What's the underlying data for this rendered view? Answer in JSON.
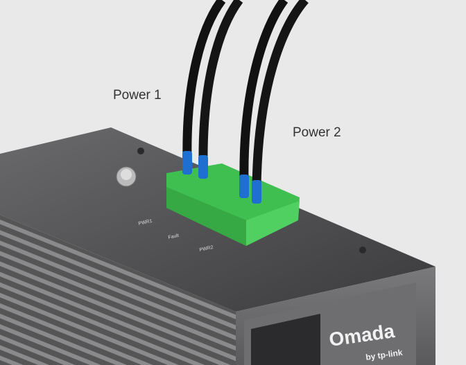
{
  "callouts": {
    "power1": "Power 1",
    "power2": "Power 2"
  },
  "silkscreen": {
    "pwr1": "PWR1",
    "fault": "Fault",
    "pwr2": "PWR2"
  },
  "logo": {
    "brand": "Omada",
    "sub": "by tp-link"
  },
  "colors": {
    "background": "#e9e9e9",
    "housing": "#4a4a4c",
    "connector": "#3fbf4f",
    "ferrule": "#1e6fd0",
    "cable": "#111111"
  }
}
